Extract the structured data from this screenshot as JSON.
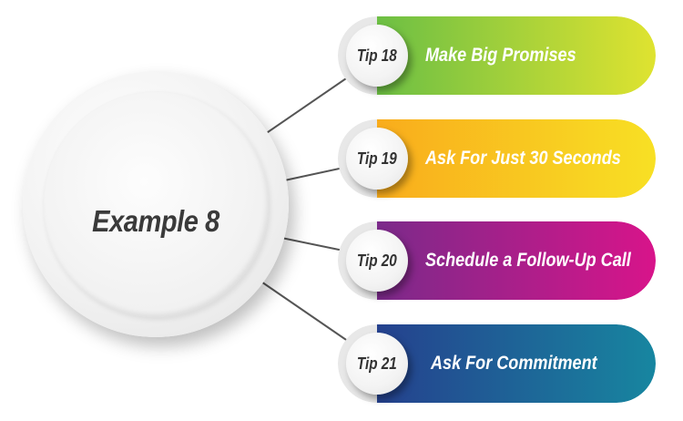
{
  "center": {
    "title": "Example 8"
  },
  "tips": [
    {
      "tip": "Tip 18",
      "label": "Make Big Promises",
      "color_start": "#6cbf44",
      "color_end": "#dfe330"
    },
    {
      "tip": "Tip 19",
      "label": "Ask For Just 30 Seconds",
      "color_start": "#f9ac1c",
      "color_end": "#f8e024"
    },
    {
      "tip": "Tip 20",
      "label": "Schedule a Follow-Up Call",
      "color_start": "#7b2a8a",
      "color_end": "#d8148a"
    },
    {
      "tip": "Tip 21",
      "label": "Ask For Commitment",
      "color_start": "#25418e",
      "color_end": "#1786a0"
    }
  ]
}
